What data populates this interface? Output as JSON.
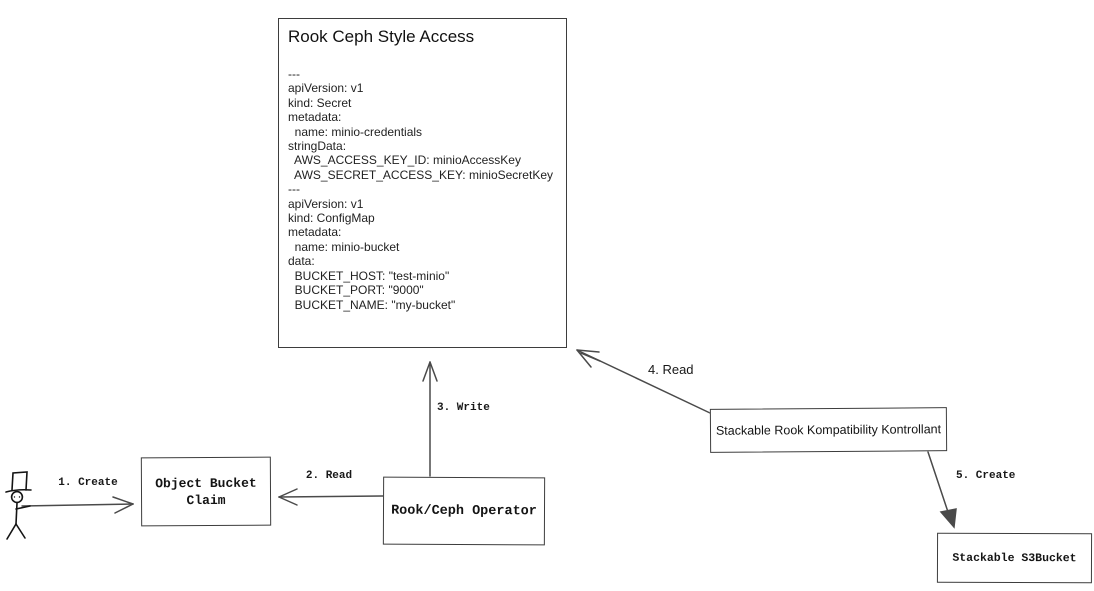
{
  "colors": {
    "stroke": "#3d3d3d",
    "arrow": "#4a4a4a",
    "text": "#1c1c1c",
    "background": "#ffffff"
  },
  "main_box": {
    "title": "Rook Ceph Style Access",
    "yaml_lines": [
      "---",
      "apiVersion: v1",
      "kind: Secret",
      "metadata:",
      "  name: minio-credentials",
      "stringData:",
      "  AWS_ACCESS_KEY_ID: minioAccessKey",
      "  AWS_SECRET_ACCESS_KEY: minioSecretKey",
      "---",
      "apiVersion: v1",
      "kind: ConfigMap",
      "metadata:",
      "  name: minio-bucket",
      "data:",
      "  BUCKET_HOST: \"test-minio\"",
      "  BUCKET_PORT: \"9000\"",
      "  BUCKET_NAME: \"my-bucket\""
    ]
  },
  "nodes": {
    "object_bucket_claim": {
      "label": "Object Bucket\nClaim"
    },
    "rook_ceph_operator": {
      "label": "Rook/Ceph Operator"
    },
    "stackable_kontrollant": {
      "label": "Stackable Rook Kompatibility Kontrollant"
    },
    "stackable_s3bucket": {
      "label": "Stackable S3Bucket"
    }
  },
  "actor": {
    "icon": "stick-figure-with-top-hat"
  },
  "edges": {
    "create_obc": {
      "label": "1. Create"
    },
    "read_obc": {
      "label": "2. Read"
    },
    "write_access": {
      "label": "3. Write"
    },
    "read_access": {
      "label": "4. Read"
    },
    "create_s3bucket": {
      "label": "5. Create"
    }
  }
}
